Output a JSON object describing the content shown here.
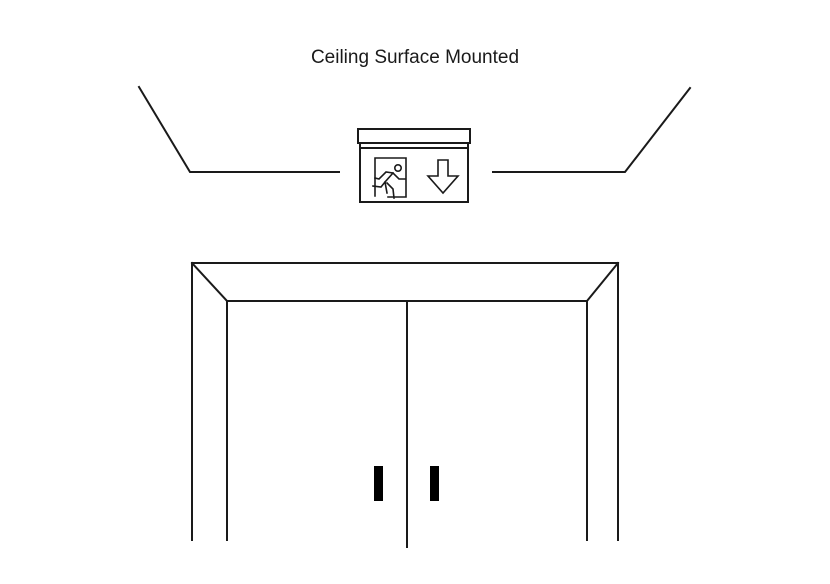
{
  "title": "Ceiling Surface Mounted",
  "colors": {
    "stroke": "#1a1a1a",
    "background": "#ffffff",
    "handle": "#000000"
  },
  "elements": {
    "ceiling_left": "ceiling-line-left",
    "ceiling_right": "ceiling-line-right",
    "exit_sign": {
      "icons": [
        "running-man-icon",
        "arrow-down-icon"
      ]
    },
    "door_frame": "door-frame",
    "doors": [
      "door-left",
      "door-right"
    ],
    "handles": [
      "handle-left",
      "handle-right"
    ]
  }
}
